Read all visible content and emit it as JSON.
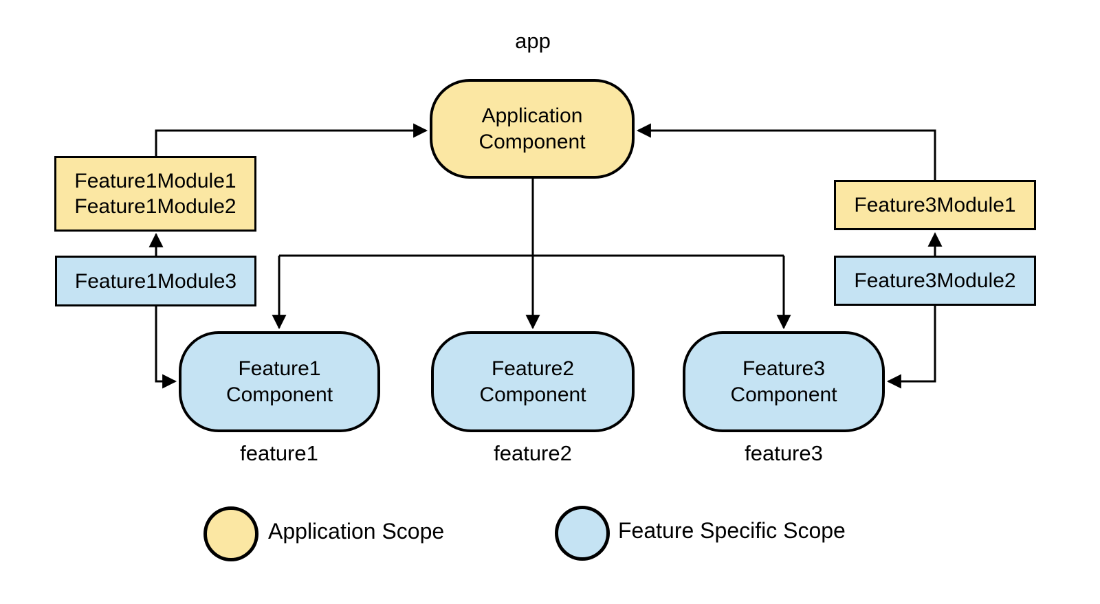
{
  "labels": {
    "app": "app",
    "feature1": "feature1",
    "feature2": "feature2",
    "feature3": "feature3"
  },
  "nodes": {
    "application_component": {
      "label": "Application\nComponent",
      "scope": "application"
    },
    "feature1_modules": {
      "label": "Feature1Module1\nFeature1Module2",
      "scope": "application"
    },
    "feature1_module3": {
      "label": "Feature1Module3",
      "scope": "feature"
    },
    "feature3_module1": {
      "label": "Feature3Module1",
      "scope": "application"
    },
    "feature3_module2": {
      "label": "Feature3Module2",
      "scope": "feature"
    },
    "feature1_component": {
      "label": "Feature1\nComponent",
      "scope": "feature"
    },
    "feature2_component": {
      "label": "Feature2\nComponent",
      "scope": "feature"
    },
    "feature3_component": {
      "label": "Feature3\nComponent",
      "scope": "feature"
    }
  },
  "edges": [
    {
      "from": "Feature1Module1/Feature1Module2",
      "to": "Application Component"
    },
    {
      "from": "Feature3Module1",
      "to": "Application Component"
    },
    {
      "from": "Application Component",
      "to": "Feature1 Component"
    },
    {
      "from": "Application Component",
      "to": "Feature2 Component"
    },
    {
      "from": "Application Component",
      "to": "Feature3 Component"
    },
    {
      "from": "Feature1Module3",
      "to": "Feature1Module1/Feature1Module2"
    },
    {
      "from": "Feature1Module3",
      "to": "Feature1 Component"
    },
    {
      "from": "Feature3Module2",
      "to": "Feature3Module1"
    },
    {
      "from": "Feature3Module2",
      "to": "Feature3 Component"
    }
  ],
  "colors": {
    "application_scope": "#FBE7A3",
    "feature_scope": "#C5E3F3",
    "line": "#000000",
    "background": "#FFFFFF"
  },
  "legend": {
    "items": [
      {
        "label": "Application Scope",
        "color": "#FBE7A3"
      },
      {
        "label": "Feature Specific Scope",
        "color": "#C5E3F3"
      }
    ]
  }
}
